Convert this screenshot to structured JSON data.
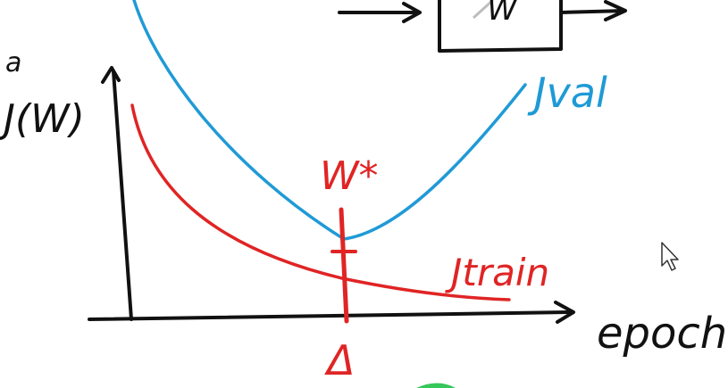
{
  "title": "",
  "model_box_label": "W",
  "ylabel_top": "a",
  "ylabel": "J(W)",
  "xlabel": "epoch",
  "curve_labels": {
    "validation": "Jval",
    "training": "Jtrain"
  },
  "optimum_label": "W*",
  "optimum_marker": "Δ",
  "colors": {
    "axes": "#111111",
    "validation": "#1f9ad6",
    "training": "#e02424",
    "optimum": "#e02424"
  }
}
